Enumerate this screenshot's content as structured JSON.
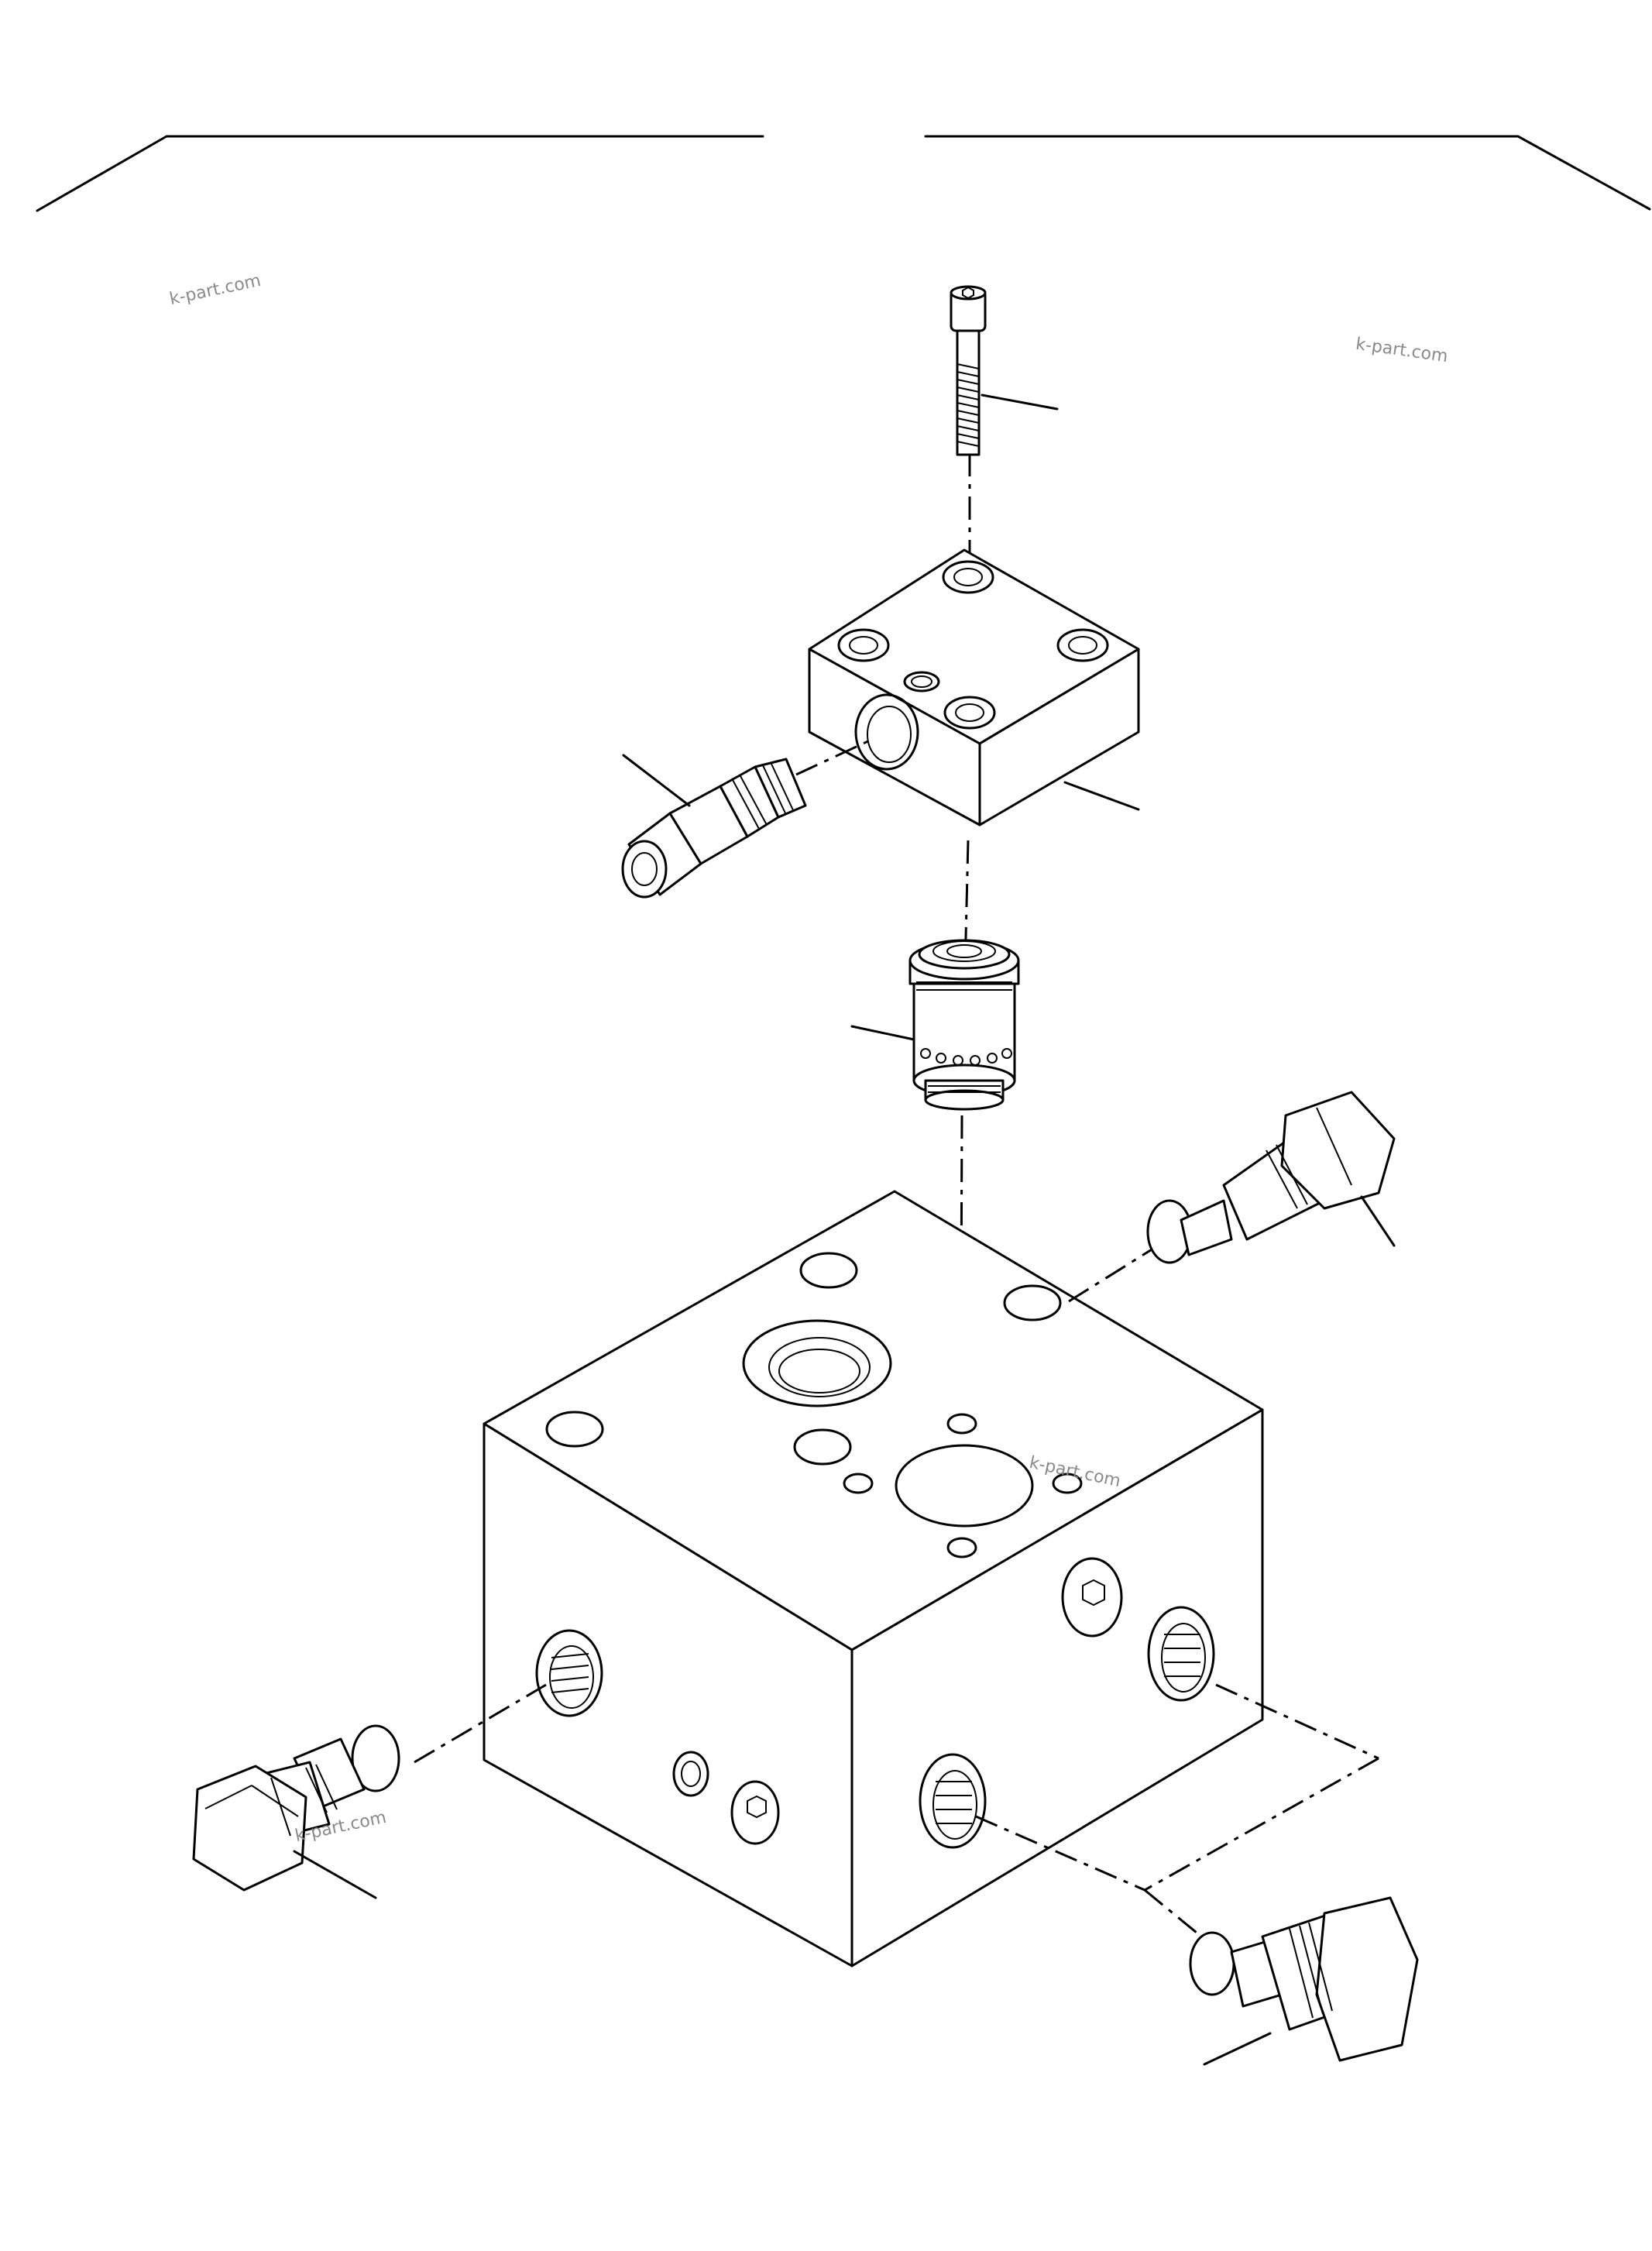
{
  "diagram": {
    "watermarks": [
      "k-part.com",
      "k-part.com",
      "k-part.com",
      "k-part.com"
    ],
    "parts": [
      {
        "id": "socket-head-bolt"
      },
      {
        "id": "cover-block"
      },
      {
        "id": "relief-valve-cartridge"
      },
      {
        "id": "check-valve-cartridge"
      },
      {
        "id": "valve-body-block"
      },
      {
        "id": "hex-plug-upper-right"
      },
      {
        "id": "hex-plug-left"
      },
      {
        "id": "hex-plug-lower-right"
      }
    ]
  }
}
